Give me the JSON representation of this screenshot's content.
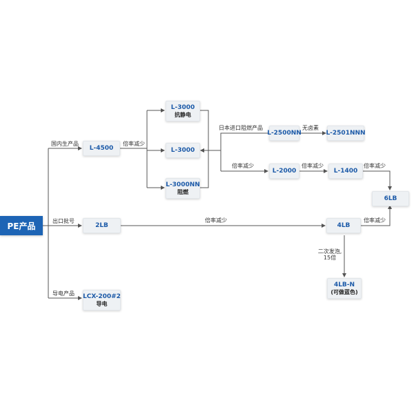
{
  "root": {
    "label": "PE产品"
  },
  "nodes": {
    "l4500": {
      "code": "L-4500"
    },
    "l3000_antistatic": {
      "code": "L-3000",
      "sub": "抗静电"
    },
    "l3000": {
      "code": "L-3000"
    },
    "l3000nn": {
      "code": "L-3000NN",
      "sub": "阻燃"
    },
    "l2500nn": {
      "code": "L-2500NN"
    },
    "l2501nnn": {
      "code": "L-2501NNN"
    },
    "l2000": {
      "code": "L-2000"
    },
    "l1400": {
      "code": "L-1400"
    },
    "lb6": {
      "code": "6LB"
    },
    "lb2": {
      "code": "2LB"
    },
    "lb4": {
      "code": "4LB"
    },
    "lb4n": {
      "code": "4LB-N",
      "sub": "(可做蓝色)"
    },
    "lcx": {
      "code": "LCX-200#2",
      "sub": "导电"
    }
  },
  "edge_labels": {
    "domestic": "国内生产品",
    "export": "出口批号",
    "conductive": "导电产品",
    "rate_4500": "倍率减少",
    "japan_fr": "日本进口阻燃产品",
    "halogen_free": "无卤素",
    "rate_3000_2000": "倍率减少",
    "rate_2000_1400": "倍率减少",
    "rate_1400_6lb": "倍率减少",
    "rate_2lb_4lb": "倍率减少",
    "rate_4lb_6lb": "倍率减少",
    "secondary_foam_1": "二次发泡,",
    "secondary_foam_2": "15倍"
  }
}
